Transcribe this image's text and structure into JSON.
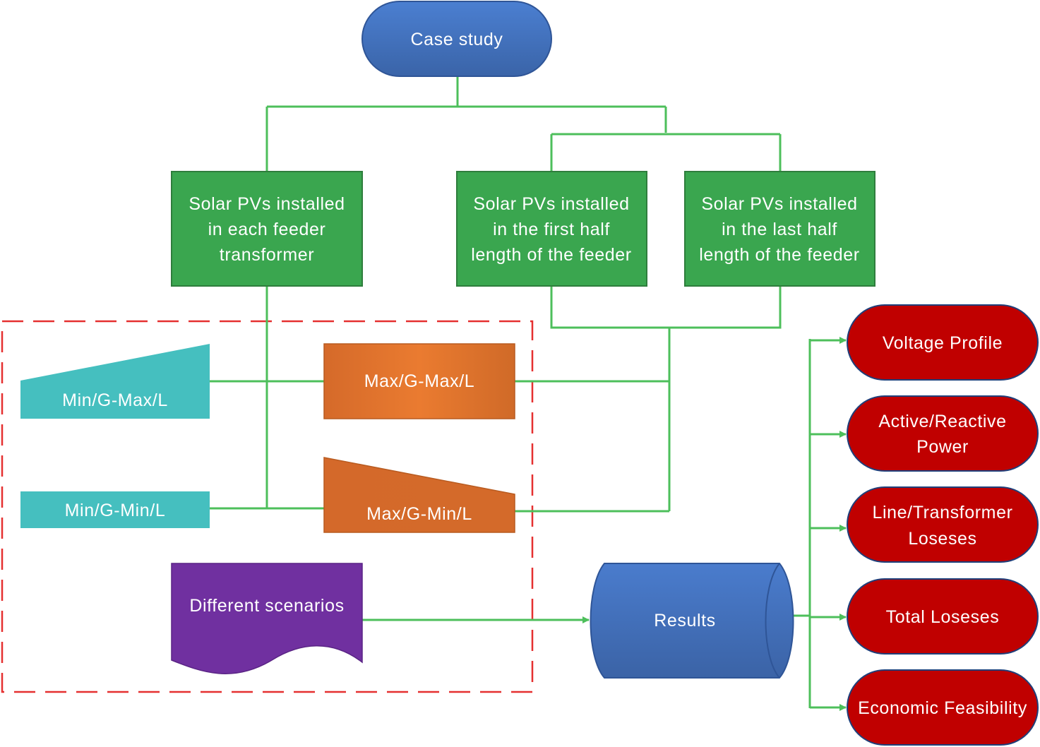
{
  "colors": {
    "connector": "#4dbf5b",
    "green_box": "#3aa64f",
    "blue_fill": "#4a7bc8",
    "teal": "#45bfbf",
    "orange": "#e27a2e",
    "purple": "#7030a0",
    "red_oval": "#c00000",
    "dashed_border": "#e53030"
  },
  "nodes": {
    "case_study": "Case study",
    "green_each": [
      "Solar PVs installed",
      "in each feeder",
      "transformer"
    ],
    "green_first": [
      "Solar PVs installed",
      "in the first half",
      "length of the feeder"
    ],
    "green_last": [
      "Solar PVs installed",
      "in the last half",
      "length of the feeder"
    ],
    "min_g_max_l": "Min/G-Max/L",
    "max_g_max_l": "Max/G-Max/L",
    "min_g_min_l": "Min/G-Min/L",
    "max_g_min_l": "Max/G-Min/L",
    "different_scenarios": "Different scenarios",
    "results": "Results"
  },
  "outputs": [
    {
      "lines": [
        "Voltage Profile"
      ]
    },
    {
      "lines": [
        "Active/Reactive",
        "Power"
      ]
    },
    {
      "lines": [
        "Line/Transformer",
        "Loseses"
      ]
    },
    {
      "lines": [
        "Total Loseses"
      ]
    },
    {
      "lines": [
        "Economic Feasibility"
      ]
    }
  ]
}
